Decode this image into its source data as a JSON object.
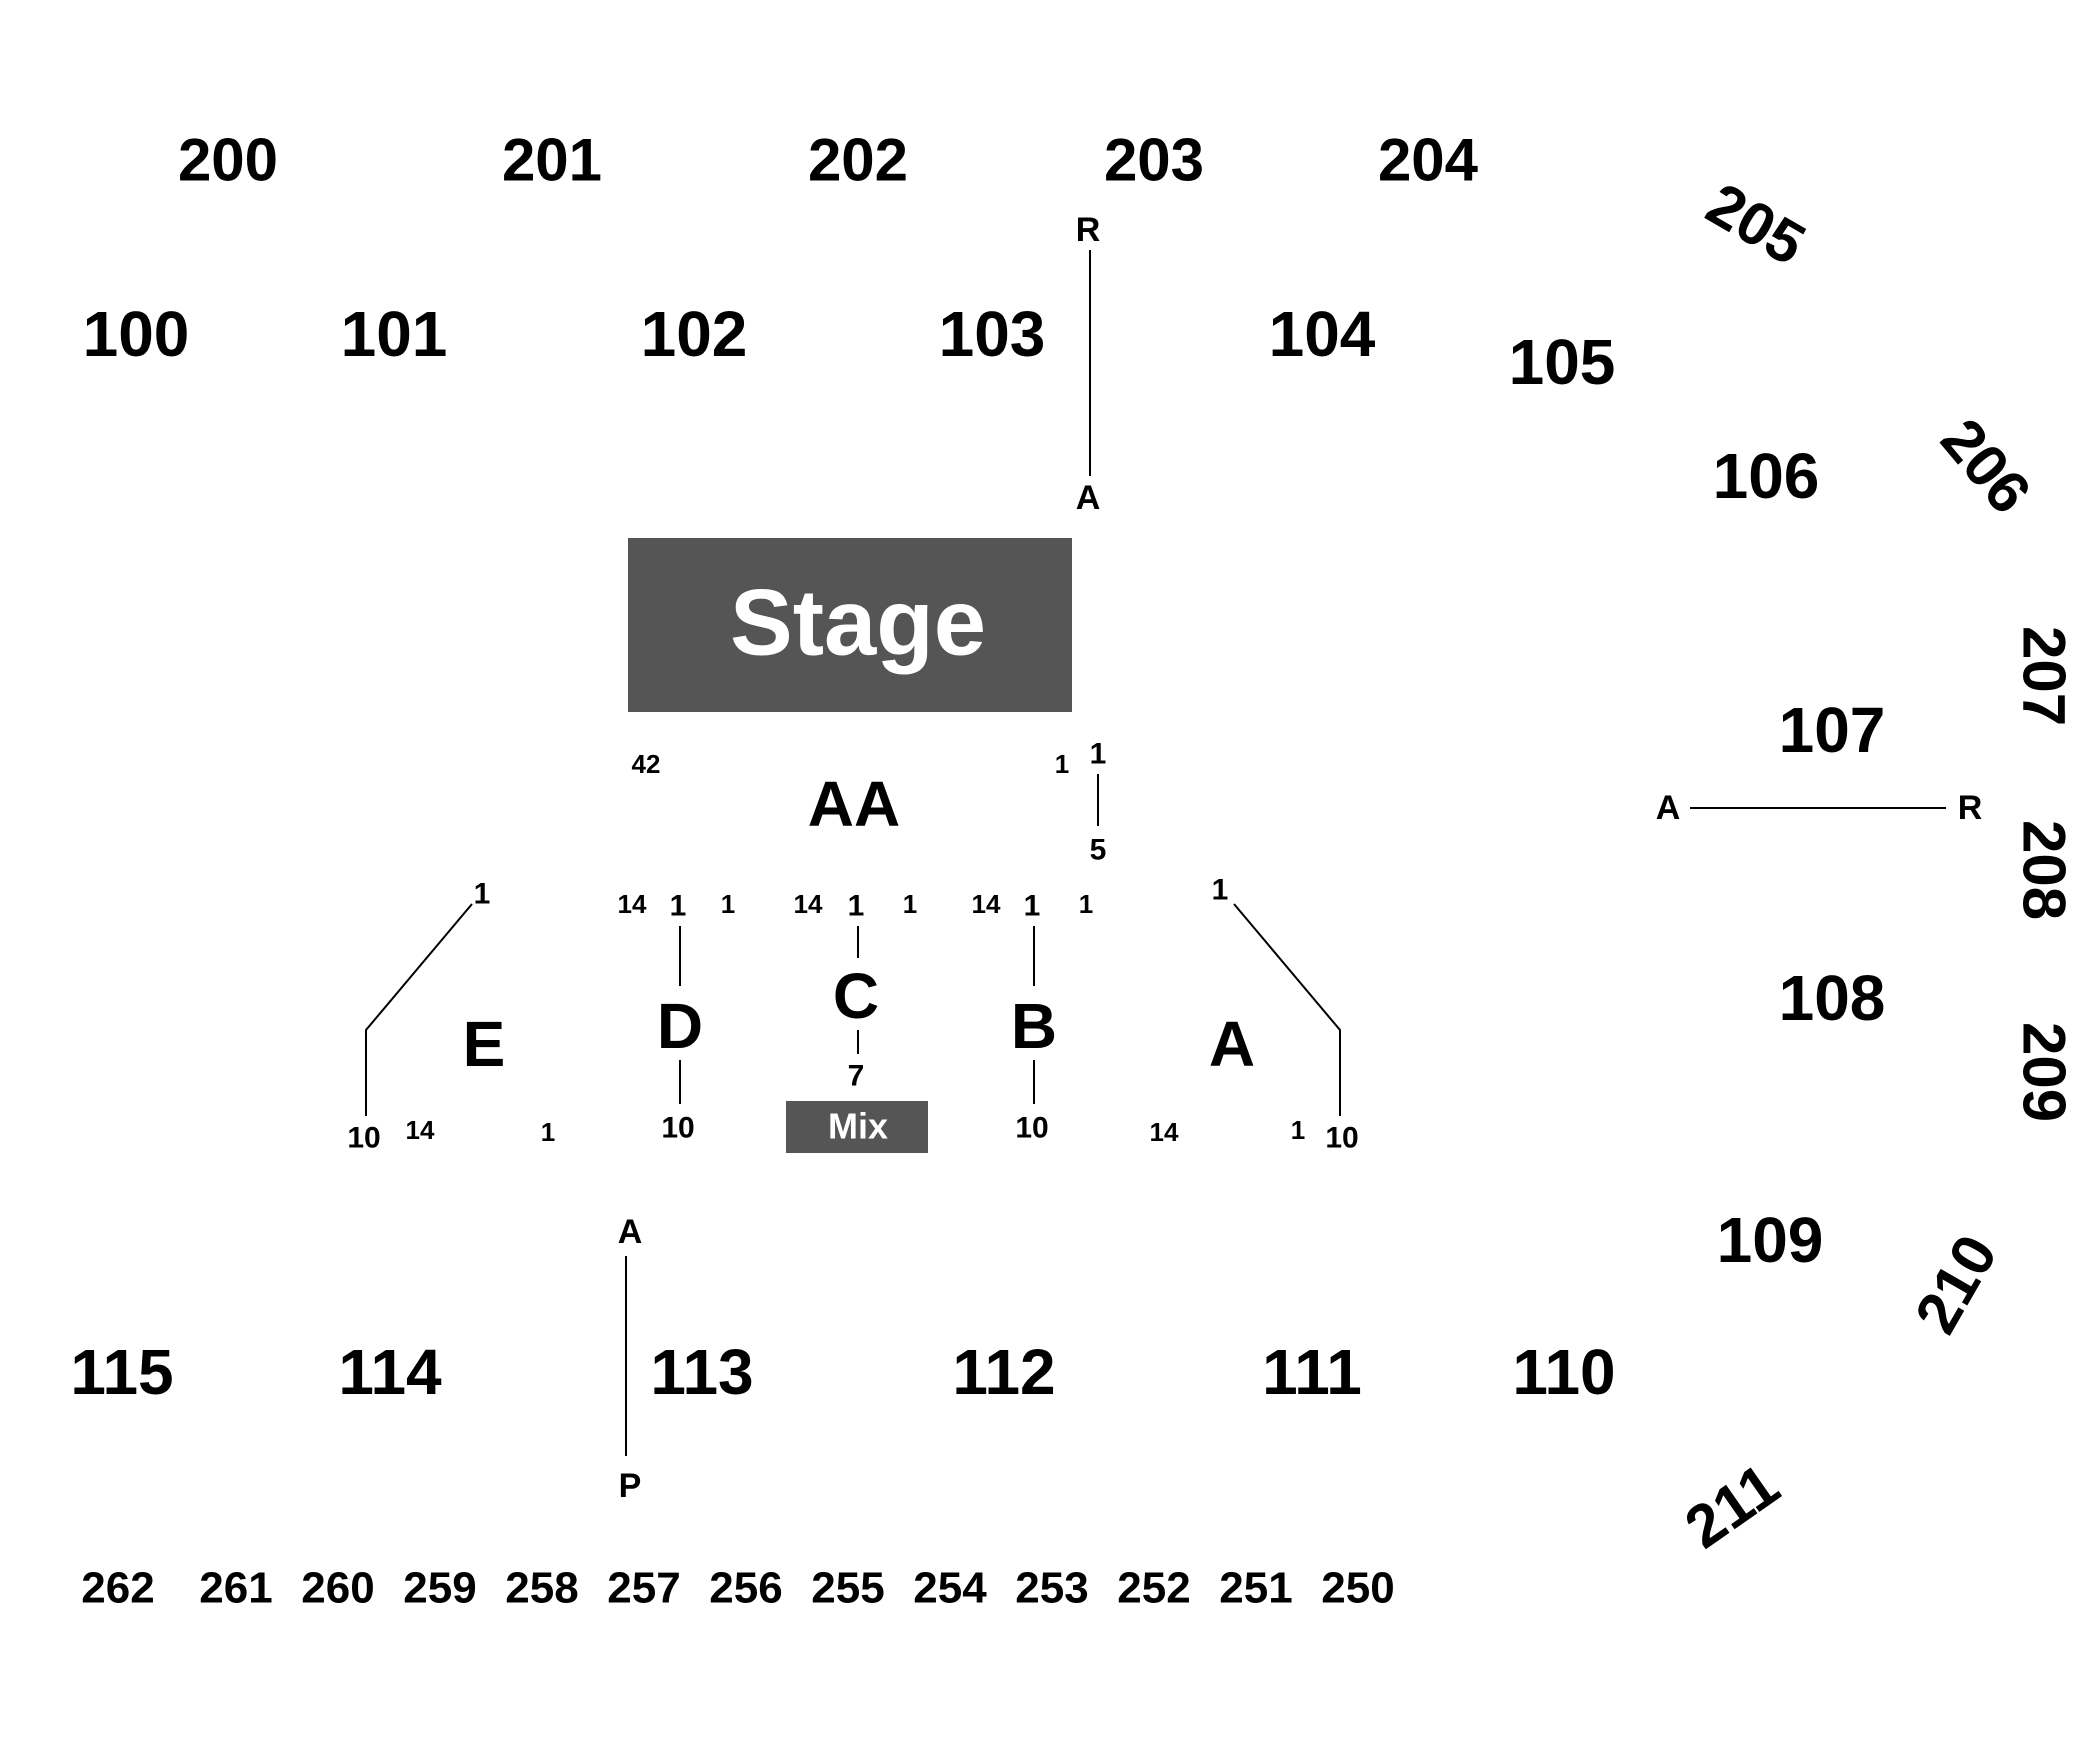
{
  "stage": {
    "label": "Stage",
    "color": "#555555"
  },
  "mix": {
    "label": "Mix",
    "color": "#555555"
  },
  "upper_sections": {
    "s200": "200",
    "s201": "201",
    "s202": "202",
    "s203": "203",
    "s204": "204",
    "s205": "205",
    "s206": "206",
    "s207": "207",
    "s208": "208",
    "s209": "209",
    "s210": "210",
    "s211": "211"
  },
  "lower_sections": {
    "s100": "100",
    "s101": "101",
    "s102": "102",
    "s103": "103",
    "s104": "104",
    "s105": "105",
    "s106": "106",
    "s107": "107",
    "s108": "108",
    "s109": "109",
    "s110": "110",
    "s111": "111",
    "s112": "112",
    "s113": "113",
    "s114": "114",
    "s115": "115"
  },
  "back_sections": {
    "s262": "262",
    "s261": "261",
    "s260": "260",
    "s259": "259",
    "s258": "258",
    "s257": "257",
    "s256": "256",
    "s255": "255",
    "s254": "254",
    "s253": "253",
    "s252": "252",
    "s251": "251",
    "s250": "250"
  },
  "floor_sections": {
    "AA": "AA",
    "A": "A",
    "B": "B",
    "C": "C",
    "D": "D",
    "E": "E"
  },
  "row_markers": {
    "r103_top": "R",
    "r103_bottom": "A",
    "r107_left": "A",
    "r107_right": "R",
    "r113_top": "A",
    "r113_bottom": "P",
    "aa_seat_42": "42",
    "aa_seat_1": "1",
    "aa_row_1": "1",
    "aa_row_5": "5",
    "e_row_1": "1",
    "e_row_10": "10",
    "e_seat_14": "14",
    "e_seat_1": "1",
    "d_seat_14": "14",
    "d_row_1": "1",
    "d_seat_1": "1",
    "d_row_10": "10",
    "c_seat_14": "14",
    "c_row_1": "1",
    "c_seat_1": "1",
    "c_row_7": "7",
    "b_seat_14": "14",
    "b_row_1": "1",
    "b_seat_1": "1",
    "b_row_10": "10",
    "a_row_1": "1",
    "a_seat_14": "14",
    "a_seat_1": "1",
    "a_row_10": "10"
  }
}
